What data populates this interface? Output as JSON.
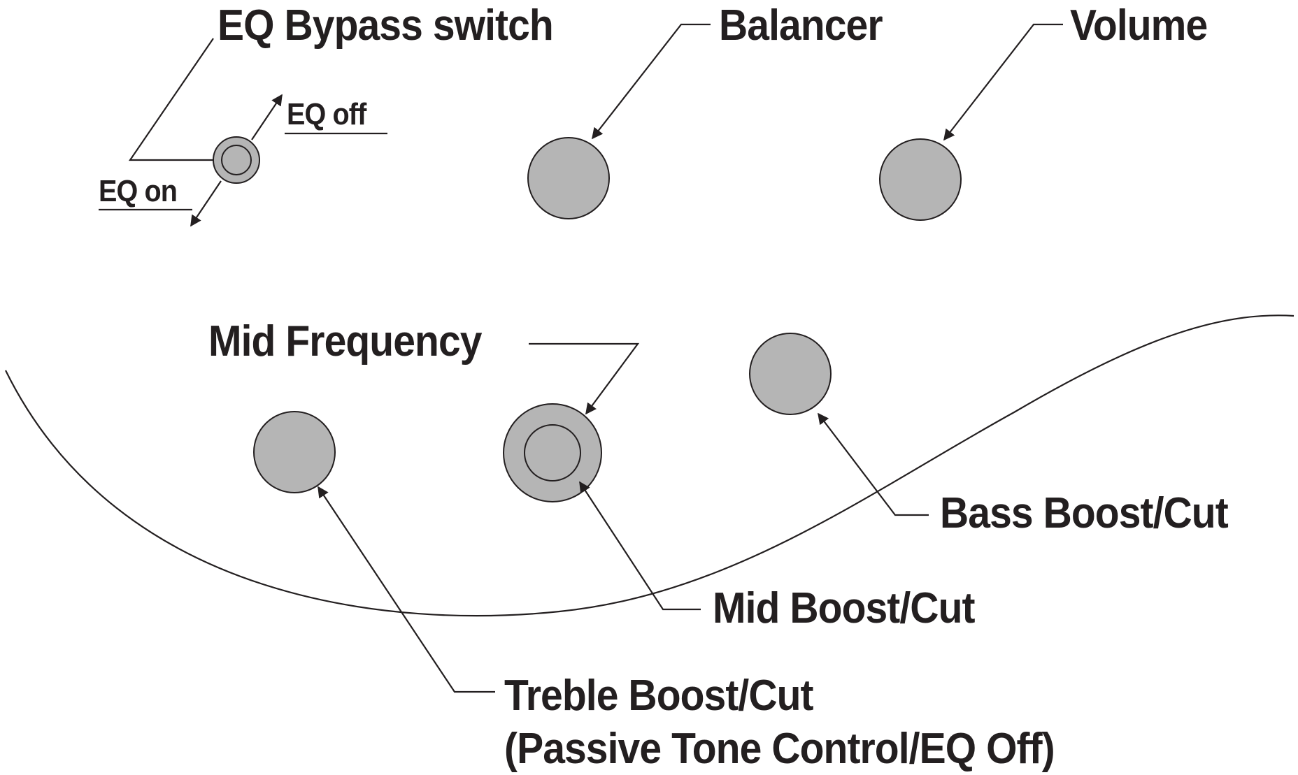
{
  "diagram": {
    "labels": {
      "eq_bypass_switch": "EQ Bypass switch",
      "eq_off": "EQ off",
      "eq_on": "EQ on",
      "balancer": "Balancer",
      "volume": "Volume",
      "mid_frequency": "Mid Frequency",
      "bass_boost_cut": "Bass Boost/Cut",
      "mid_boost_cut": "Mid Boost/Cut",
      "treble_boost_cut": "Treble Boost/Cut",
      "treble_note": "(Passive Tone Control/EQ Off)"
    },
    "colors": {
      "knob_fill": "#b5b5b5",
      "ink": "#231f20",
      "background": "#ffffff"
    }
  }
}
